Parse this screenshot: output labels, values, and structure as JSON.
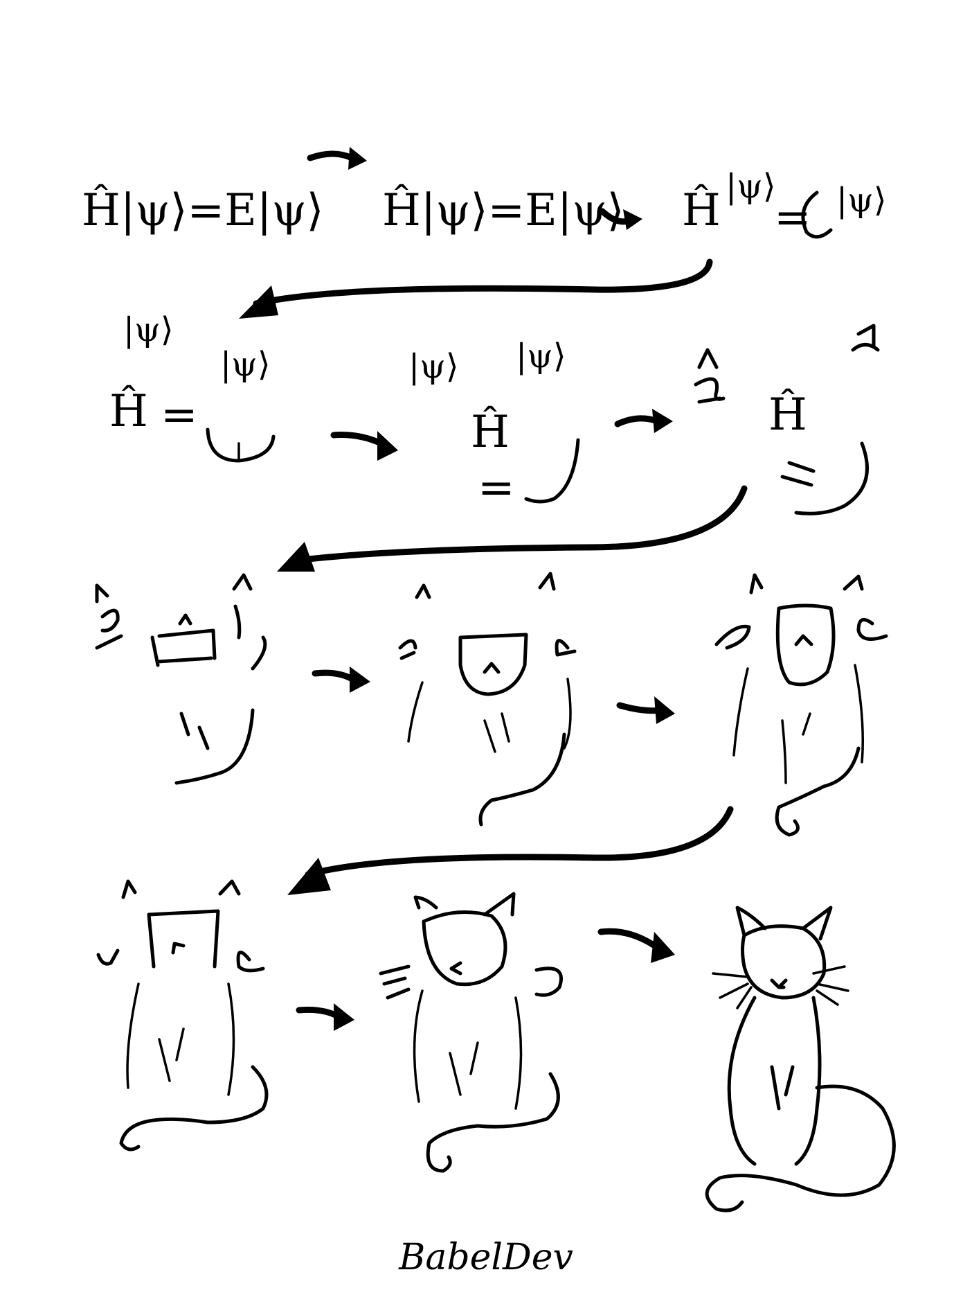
{
  "equations": {
    "full": "Ĥ|ψ⟩=E|ψ⟩",
    "step2": "Ĥ|ψ⟩=E|ψ⟩",
    "step3_H": "Ĥ",
    "ket": "|ψ⟩",
    "equals": "="
  },
  "signature": {
    "text": "BabelDev",
    "style": "handwritten"
  },
  "icons": {
    "arrow": "arrow-icon",
    "cat": "cat-sketch"
  },
  "colors": {
    "ink": "#000000",
    "paper": "#ffffff"
  }
}
